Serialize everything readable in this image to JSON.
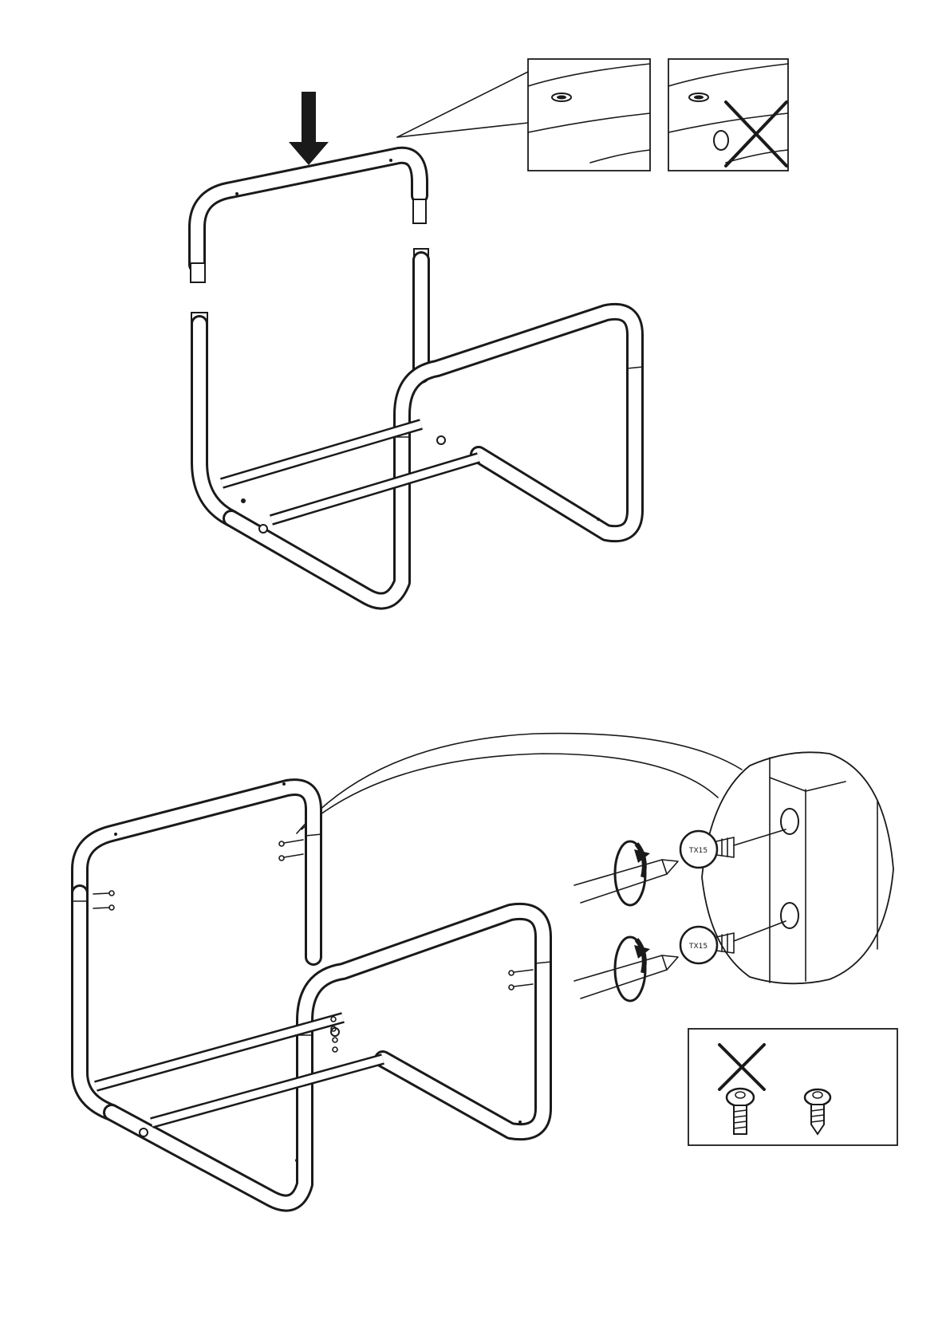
{
  "page": {
    "background": "#ffffff",
    "ink": "#1a1a1a"
  },
  "step1": {
    "icons": [
      "down-arrow-icon",
      "frame-part-icon",
      "correct-hole-detail",
      "wrong-hole-detail",
      "cross-icon"
    ]
  },
  "step2": {
    "icons": [
      "frame-assembled-icon",
      "screwdriver-icon",
      "rotate-arrow-icon",
      "screw-icon",
      "magnifier-detail",
      "cross-icon"
    ],
    "screw_marks": [
      "TX15",
      "TX15"
    ]
  }
}
